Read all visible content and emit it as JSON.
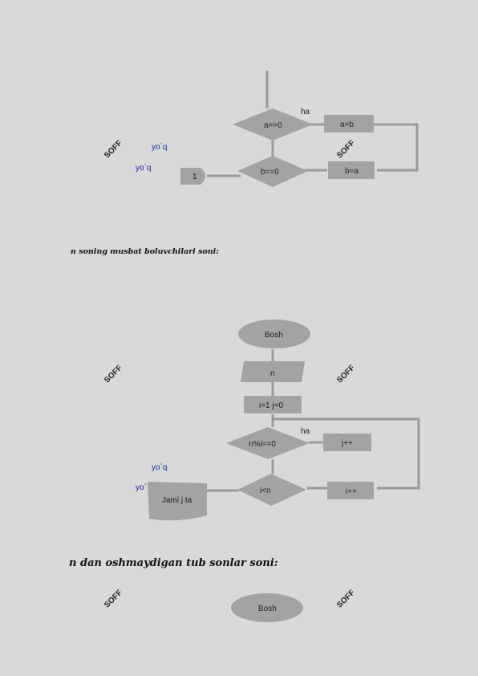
{
  "watermark": {
    "text": "SOFF",
    "color": "#c8eedd"
  },
  "colors": {
    "shape_fill": "#a3a3a3",
    "line": "#9a9a9a",
    "label_blue": "#1f1f9a"
  },
  "flowchart1": {
    "decision_a": "a==0",
    "decision_b": "b==0",
    "process_a": "a=b",
    "process_b": "b=a",
    "connector": "1",
    "yes_label": "ha",
    "no_label_1": "yo`q",
    "no_label_2": "yo`q"
  },
  "heading1": "n soning musbat boluvchilari soni:",
  "flowchart2": {
    "start": "Bosh",
    "input": "n",
    "init": "i=1  j=0",
    "decision_mod": "n%i==0",
    "decision_lt": "i<n",
    "process_j": "j++",
    "process_i": "i++",
    "output": "Jami j ta",
    "yes_label": "ha",
    "no_label_1": "yo`q",
    "no_label_2": "yo`q"
  },
  "heading2": "n dan oshmaydigan tub sonlar soni:",
  "flowchart3": {
    "start": "Bosh"
  }
}
